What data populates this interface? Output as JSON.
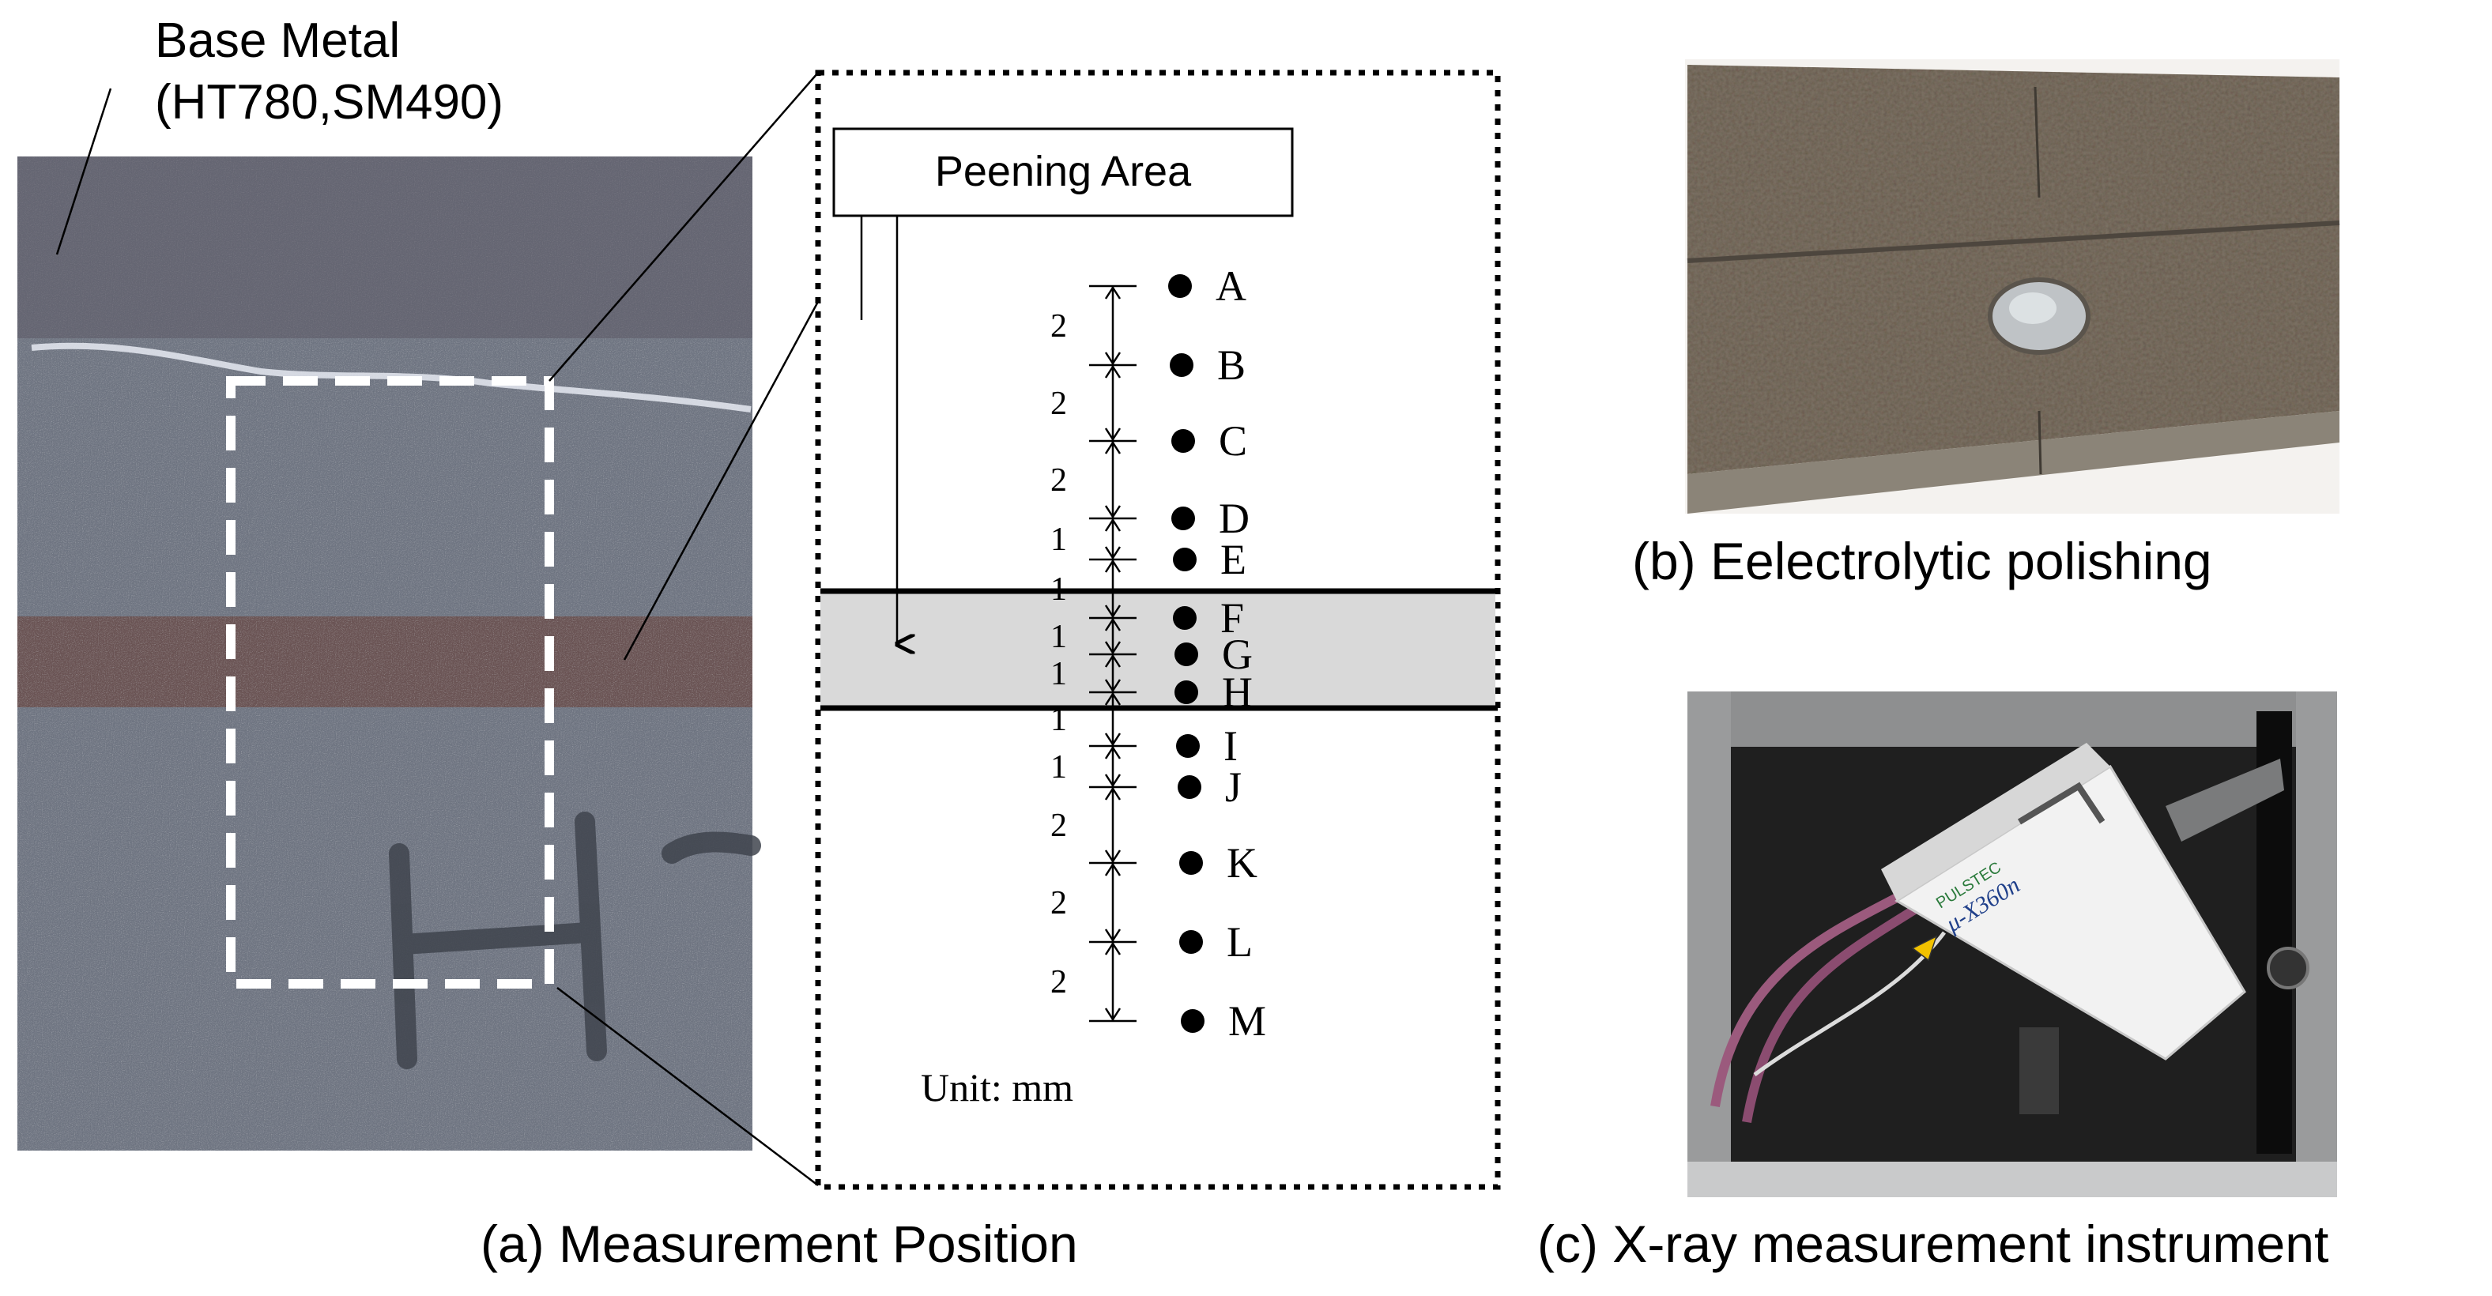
{
  "photo_a": {
    "base_metal_label_line1": "Base Metal",
    "base_metal_label_line2": "(HT780,SM490)",
    "marking_text": "HT"
  },
  "schematic": {
    "peening_area_label": "Peening Area",
    "unit_label": "Unit: mm",
    "points": [
      {
        "label": "A",
        "spacing_after": "2"
      },
      {
        "label": "B",
        "spacing_after": "2"
      },
      {
        "label": "C",
        "spacing_after": "2"
      },
      {
        "label": "D",
        "spacing_after": "1"
      },
      {
        "label": "E",
        "spacing_after": "1"
      },
      {
        "label": "F",
        "spacing_after": "1"
      },
      {
        "label": "G",
        "spacing_after": "1"
      },
      {
        "label": "H",
        "spacing_after": "1"
      },
      {
        "label": "I",
        "spacing_after": "1"
      },
      {
        "label": "J",
        "spacing_after": "2"
      },
      {
        "label": "K",
        "spacing_after": "2"
      },
      {
        "label": "L",
        "spacing_after": "2"
      },
      {
        "label": "M",
        "spacing_after": ""
      }
    ]
  },
  "photo_c": {
    "device_brand": "PULSTEC",
    "device_model": "μ-X360n"
  },
  "captions": {
    "a": "(a) Measurement Position",
    "b": "(b) Eelectrolytic polishing",
    "c": "(c) X-ray measurement instrument"
  },
  "colors": {
    "peening_band": "#d9d9d9",
    "metal_photo": "#6f7482",
    "weld_bead": "#6b4a46",
    "polished_bar": "#7d7366",
    "instrument_body": "#f2f2f2",
    "enclosure_dark": "#1f1f1f"
  }
}
